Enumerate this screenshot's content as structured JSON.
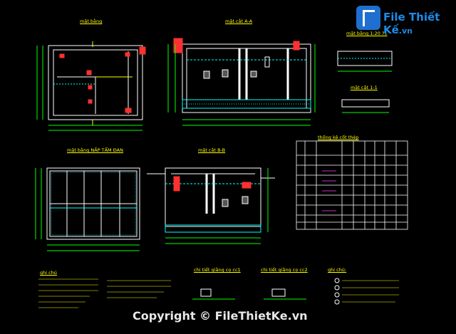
{
  "brand": {
    "name": "File Thiết Kế",
    "tld": ".vn"
  },
  "watermark": "Copyright © FileThietKe.vn",
  "views": {
    "plan": "mặt bằng",
    "section_aa": "mặt cắt A-A",
    "plan_1_1": "mặt bằng 1:20 ?1",
    "section_1_1": "mặt cắt 1-1",
    "plan_cover": "mặt bằng NẮP TẤM ĐAN",
    "section_bb": "mặt cắt B-B",
    "detail_1": "chi tiết giằng cọ cc1",
    "detail_2": "chi tiết giằng cọ cc2"
  },
  "table": {
    "title": "thống kê cốt thép"
  },
  "notes": {
    "title": "ghi chú",
    "title2": "ghi chú:"
  },
  "colors": {
    "background": "#000000",
    "lines": "#ffffff",
    "dims": "#00ff00",
    "text": "#ffff00",
    "hatch": "#00ffff",
    "accent": "#ff3030"
  }
}
